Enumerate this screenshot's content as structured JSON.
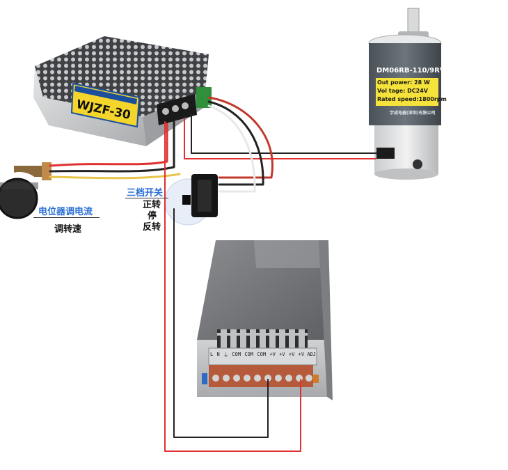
{
  "controller": {
    "label_model": "WJZF-30"
  },
  "motor": {
    "model": "DM06RB-110/9RV",
    "line1": "Out  power: 28 W",
    "line2": "Vol   tage: DC24V",
    "line3": "Rated speed:1800rpm",
    "maker": "宇成电器(深圳)有限公司"
  },
  "labels": {
    "three_switch": "三档开关",
    "forward": "正转",
    "stop": "停",
    "reverse": "反转",
    "pot": "电位器调电流",
    "speed": "调转速"
  },
  "psu": {
    "terminal_labels": [
      "L",
      "N",
      "⏚",
      "COM",
      "COM",
      "COM",
      "+V",
      "+V",
      "+V",
      "+V ADJ"
    ]
  },
  "colors": {
    "wire_red": "#e03030",
    "wire_black": "#222222",
    "label_blue": "#2a6fd6"
  }
}
